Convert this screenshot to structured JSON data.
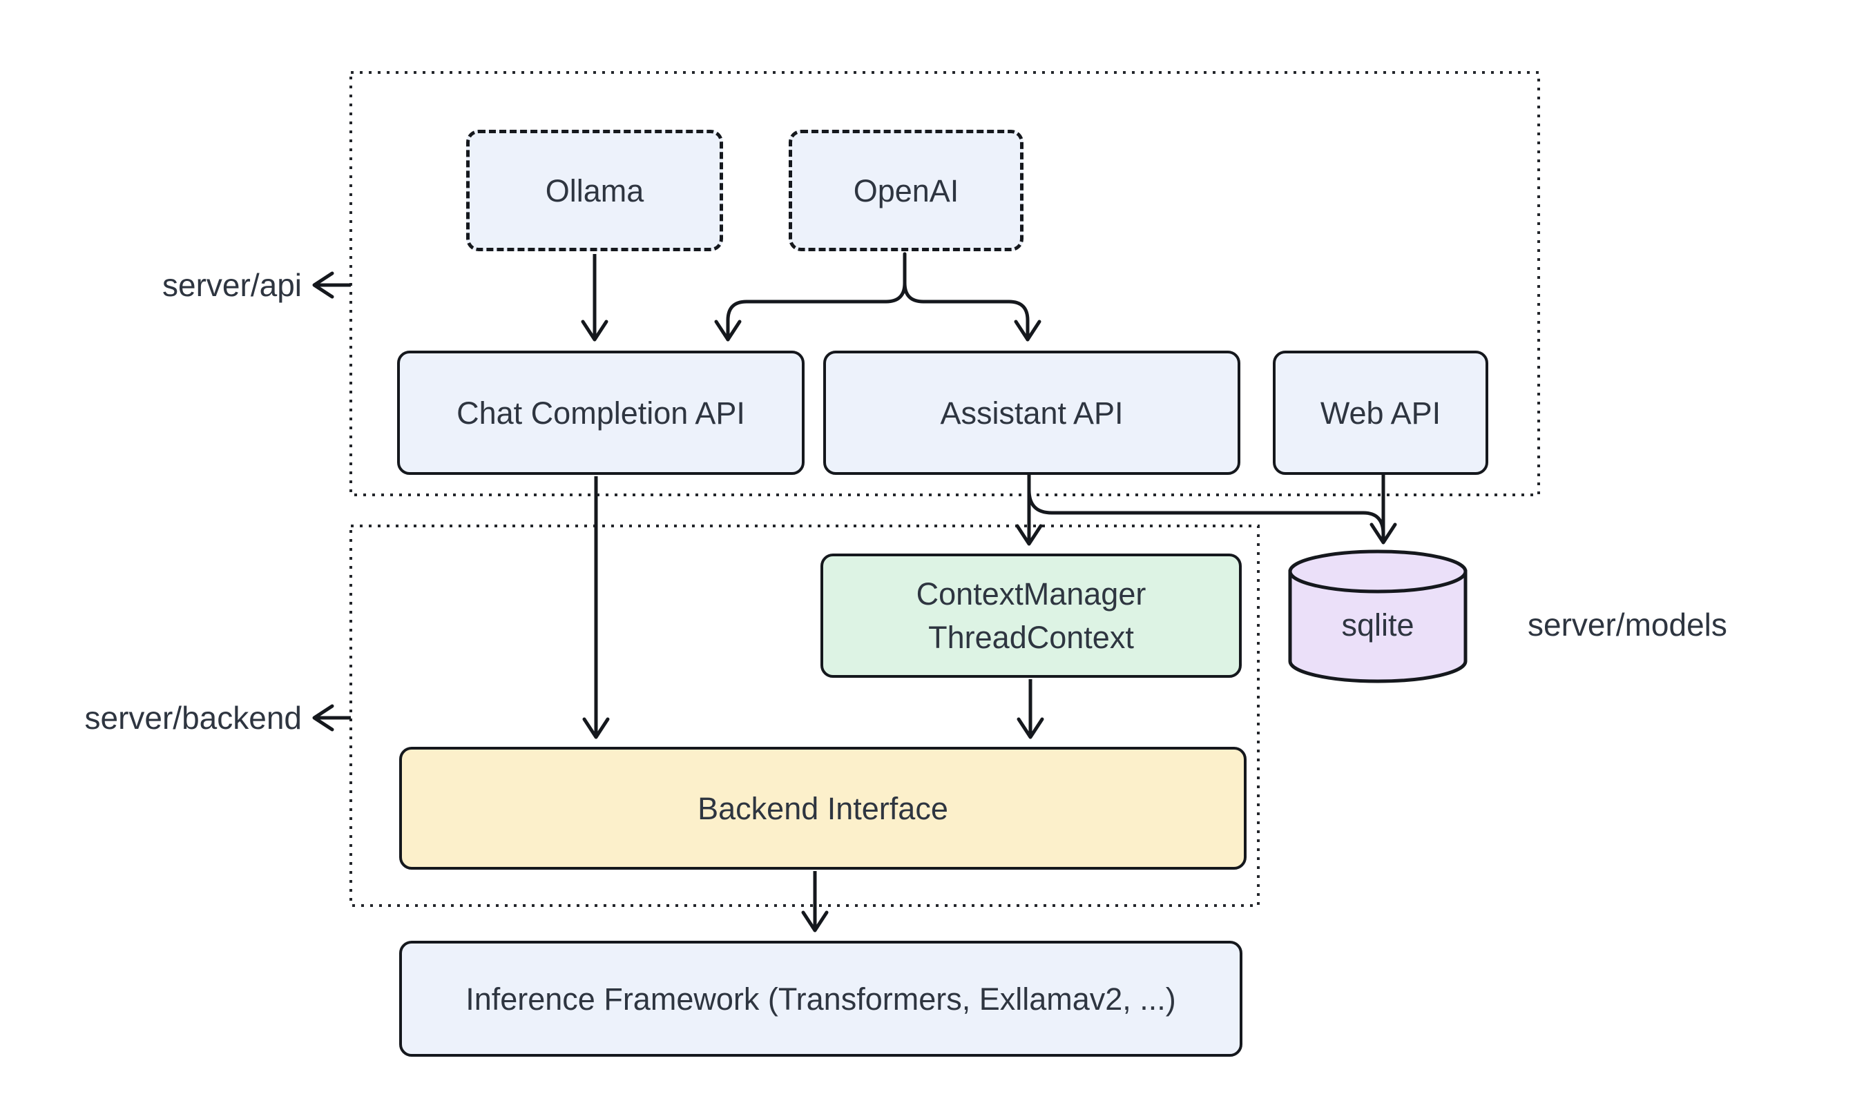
{
  "diagram": {
    "groups": {
      "server_api": {
        "label": "server/api"
      },
      "server_backend": {
        "label": "server/backend"
      },
      "server_models": {
        "label": "server/models"
      }
    },
    "nodes": {
      "ollama": {
        "label": "Ollama",
        "fill": "#EDF2FB",
        "border_style": "dashed"
      },
      "openai": {
        "label": "OpenAI",
        "fill": "#EDF2FB",
        "border_style": "dashed"
      },
      "chat_completion_api": {
        "label": "Chat Completion API",
        "fill": "#EDF2FB"
      },
      "assistant_api": {
        "label": "Assistant API",
        "fill": "#EDF2FB"
      },
      "web_api": {
        "label": "Web API",
        "fill": "#EDF2FB"
      },
      "context_manager": {
        "lines": [
          "ContextManager",
          "ThreadContext"
        ],
        "fill": "#DDF3E4"
      },
      "sqlite": {
        "label": "sqlite",
        "fill": "#EBE0F9",
        "shape": "cylinder"
      },
      "backend_interface": {
        "label": "Backend Interface",
        "fill": "#FCF0CB"
      },
      "inference_framework": {
        "label": "Inference Framework (Transformers, Exllamav2, ...)",
        "fill": "#EDF2FB"
      }
    },
    "edges": [
      {
        "from": "Ollama",
        "to": "Chat Completion API"
      },
      {
        "from": "OpenAI",
        "to": "Chat Completion API"
      },
      {
        "from": "OpenAI",
        "to": "Assistant API"
      },
      {
        "from": "Assistant API",
        "to": "ContextManager ThreadContext"
      },
      {
        "from": "Assistant API",
        "to": "sqlite"
      },
      {
        "from": "Web API",
        "to": "sqlite"
      },
      {
        "from": "ContextManager ThreadContext",
        "to": "Backend Interface"
      },
      {
        "from": "Chat Completion API",
        "to": "Backend Interface"
      },
      {
        "from": "Backend Interface",
        "to": "Inference Framework (Transformers, Exllamav2, ...)"
      }
    ],
    "colors": {
      "background": "#FFFFFF",
      "stroke": "#15181D",
      "text": "#2E3540",
      "fill_blue": "#EDF2FB",
      "fill_green": "#DDF3E4",
      "fill_yellow": "#FCF0CB",
      "fill_purple": "#EBE0F9"
    }
  }
}
